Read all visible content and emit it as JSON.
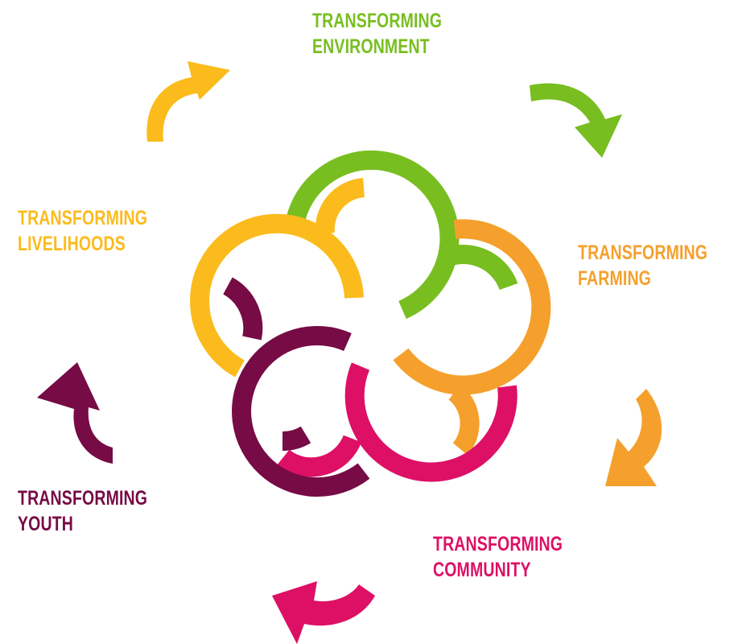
{
  "colors": {
    "environment": "#78BE20",
    "farming": "#F5A02C",
    "community": "#DD1065",
    "youth": "#760B45",
    "livelihoods": "#FBBB1C"
  },
  "labels": {
    "environment": {
      "line1": "TRANSFORMING",
      "line2": "ENVIRONMENT"
    },
    "farming": {
      "line1": "TRANSFORMING",
      "line2": "FARMING"
    },
    "community": {
      "line1": "TRANSFORMING",
      "line2": "COMMUNITY"
    },
    "youth": {
      "line1": "TRANSFORMING",
      "line2": "YOUTH"
    },
    "livelihoods": {
      "line1": "TRANSFORMING",
      "line2": "LIVELIHOODS"
    }
  },
  "icons": {
    "flower": "five-ring-flower-icon",
    "arrows": [
      "curved-arrow-icon"
    ]
  }
}
